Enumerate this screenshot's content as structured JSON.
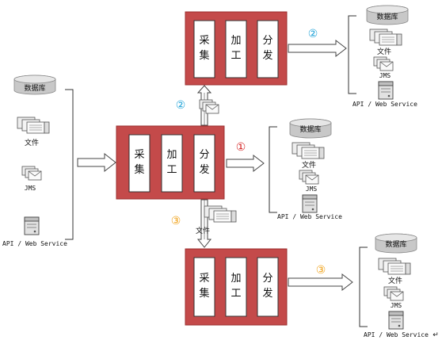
{
  "stage_labels": [
    "采",
    "集",
    "加",
    "工",
    "分",
    "发"
  ],
  "source_icons": {
    "database": "数据库",
    "file": "文件",
    "jms": "JMS",
    "api": "API / Web Service"
  },
  "steps": {
    "one": "①",
    "two": "②",
    "three": "③"
  },
  "colors": {
    "panel": "#c44a4a",
    "step_one": "#d42020",
    "step_two": "#23a4d8",
    "step_three": "#f0a21a"
  },
  "trailing_mark": "↵"
}
